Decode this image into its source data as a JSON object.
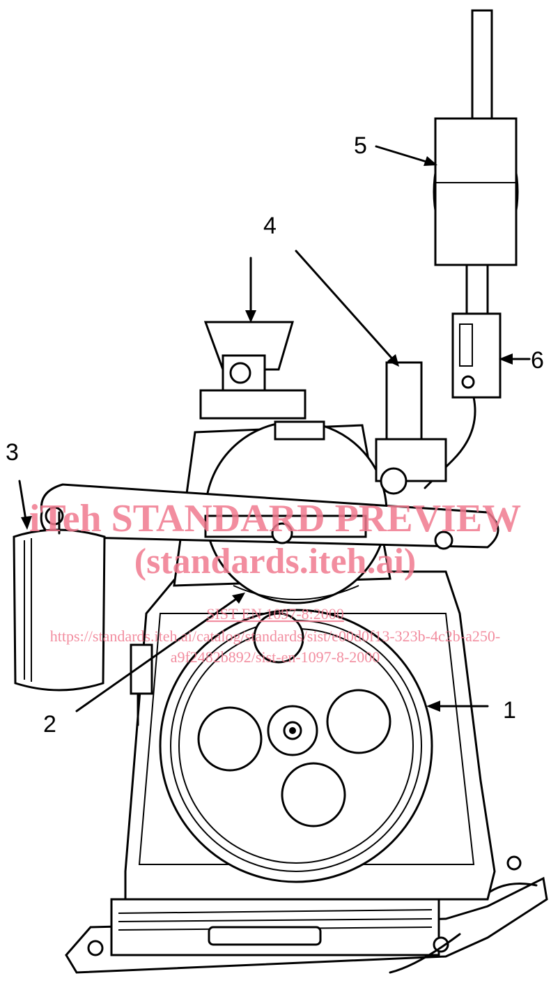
{
  "callouts": {
    "c1": "1",
    "c2": "2",
    "c3": "3",
    "c4": "4",
    "c5": "5",
    "c6": "6"
  },
  "watermark": {
    "title": "iTeh STANDARD PREVIEW",
    "subtitle": "(standards.iteh.ai)",
    "code": "SIST EN 1097-8:2000",
    "url_line1": "https://standards.iteh.ai/catalog/standards/sist/e00d0f13-323b-4c2b-a250-",
    "url_line2": "a9f2482b892/sist-en-1097-8-2000"
  }
}
